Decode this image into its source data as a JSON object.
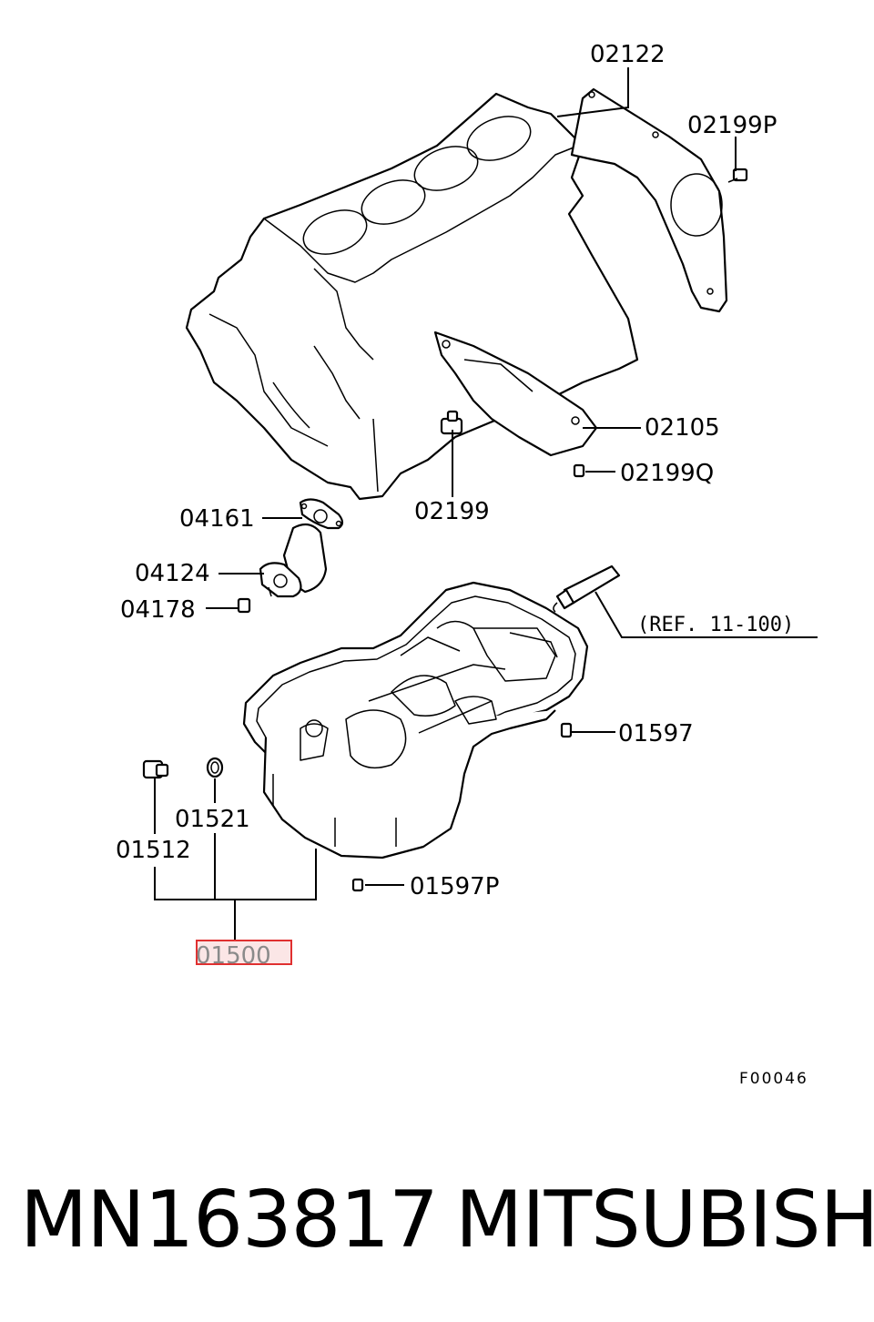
{
  "diagram": {
    "labels": {
      "p02122": "02122",
      "p02199P": "02199P",
      "p02105": "02105",
      "p02199Q": "02199Q",
      "p02199": "02199",
      "p04161": "04161",
      "p04124": "04124",
      "p04178": "04178",
      "ref": "(REF. 11-100)",
      "p01597": "01597",
      "p01521": "01521",
      "p01512": "01512",
      "p01597P": "01597P",
      "p01500": "01500"
    },
    "figure_code": "F00046",
    "highlight_color": "#e03030"
  },
  "caption": {
    "part_number": "MN163817",
    "brand": "MITSUBISHI"
  }
}
